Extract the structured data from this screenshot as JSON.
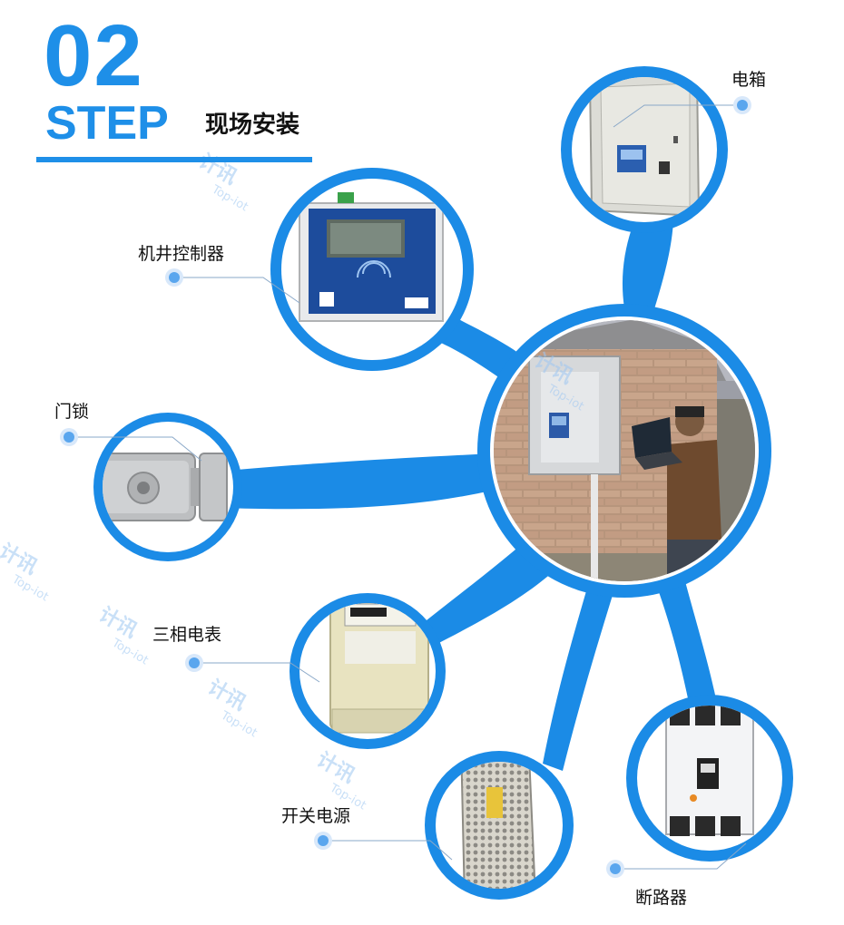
{
  "header": {
    "number": "02",
    "word": "STEP",
    "title": "现场安装"
  },
  "labels": {
    "electric_box": "电箱",
    "well_controller": "机井控制器",
    "door_lock": "门锁",
    "three_phase_meter": "三相电表",
    "switching_power": "开关电源",
    "breaker": "断路器"
  },
  "watermark": {
    "brand_cn": "计讯",
    "brand_en": "Top-iot"
  },
  "colors": {
    "accent": "#1e8fe8",
    "ring": "#1b8be6",
    "bubble": "#ffffff"
  }
}
